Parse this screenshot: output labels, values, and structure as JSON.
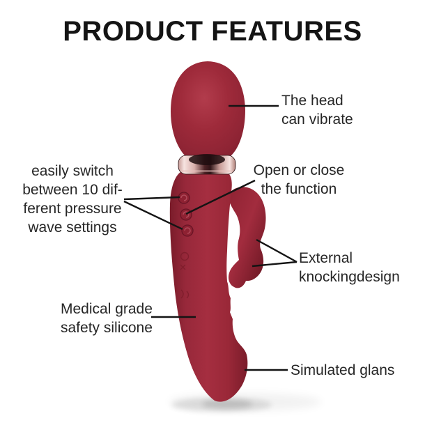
{
  "title": "PRODUCT FEATURES",
  "labels": {
    "head_vibrate": {
      "line1": "The head",
      "line2": "can vibrate"
    },
    "pressure_settings": {
      "line1": "easily switch",
      "line2": "between 10 dif-",
      "line3": "ferent pressure",
      "line4": "wave settings"
    },
    "open_close": {
      "line1": "Open or close",
      "line2": "the function"
    },
    "external_knocking": {
      "line1": "External",
      "line2": "knockingdesign"
    },
    "medical_silicone": {
      "line1": "Medical grade",
      "line2": "safety silicone"
    },
    "simulated_glans": {
      "line1": "Simulated glans"
    }
  },
  "illustration": {
    "alt": "Dark red wand massager with round vibrating head, metallic collar ring, three side control buttons, external knocking arm and curved shaft ending in a simulated glans tip"
  },
  "colors": {
    "background": "#ffffff",
    "title_text": "#141414",
    "label_text": "#262626",
    "line_color": "#141414",
    "device_red": "#9e2a3a",
    "device_red_dark": "#7a1c2a",
    "device_red_deep": "#64141f",
    "device_red_light": "#b23c4c",
    "metal_light": "#f6e3e0",
    "metal_mid": "#c79b96",
    "metal_dark": "#301518"
  }
}
